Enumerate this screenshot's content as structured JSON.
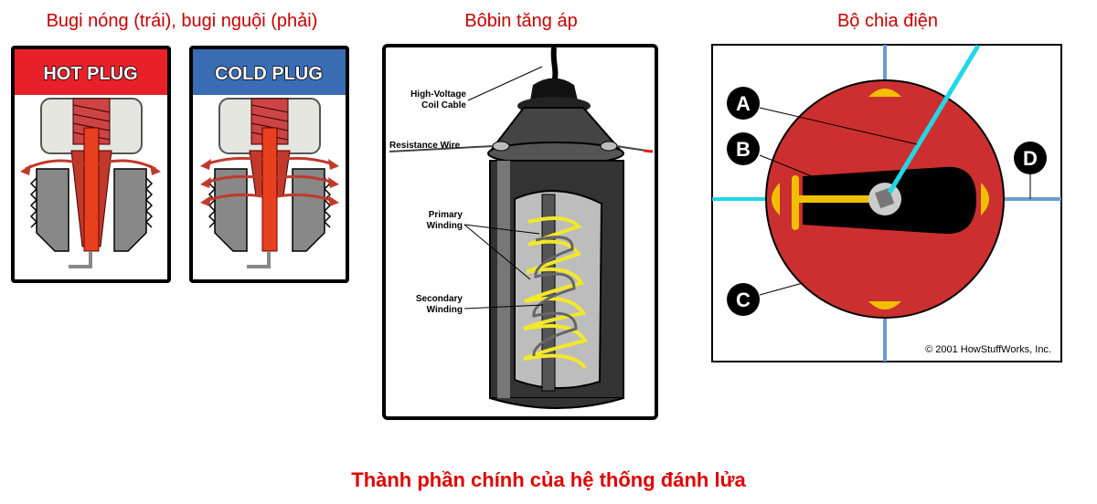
{
  "titles": {
    "spark_plugs": "Bugi nóng (trái), bugi nguội (phải)",
    "coil": "Bôbin tăng áp",
    "distributor": "Bộ chia điện"
  },
  "spark_plugs": {
    "hot_label": "HOT PLUG",
    "cold_label": "COLD PLUG",
    "colors": {
      "hot": "#e8202a",
      "cold": "#3a6cb4",
      "core": "#e8401e"
    }
  },
  "coil": {
    "labels": {
      "cable_line1": "High-Voltage",
      "cable_line2": "Coil Cable",
      "resistance": "Resistance Wire",
      "primary_line1": "Primary",
      "primary_line2": "Winding",
      "secondary_line1": "Secondary",
      "secondary_line2": "Winding"
    }
  },
  "distributor": {
    "markers": [
      "A",
      "B",
      "C",
      "D"
    ],
    "copyright": "© 2001 HowStuffWorks, Inc.",
    "colors": {
      "cap": "#cc2f2f",
      "wire": "#22d6e8",
      "terminal": "#f0c000",
      "axis": "#6a9ecf"
    }
  },
  "caption": "Thành phần chính của hệ thống đánh lửa"
}
